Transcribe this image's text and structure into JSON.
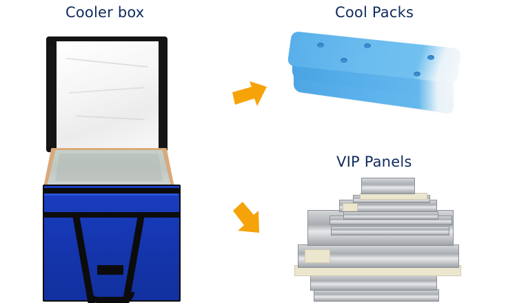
{
  "labels": {
    "cooler_box": "Cooler box",
    "cool_packs": "Cool Packs",
    "vip_panels": "VIP Panels"
  },
  "colors": {
    "title_text": "#0f2a5c",
    "arrow": "#f5a308",
    "bag_blue": "#1437b4",
    "strap_black": "#0c0c0c",
    "cool_pack_blue": "#5db3ec"
  },
  "images": [
    {
      "name": "cooler-box",
      "description": "Blue insulated cooler bag with open lid, black straps and handles"
    },
    {
      "name": "cool-packs",
      "description": "Stack of three blue ice/cool packs"
    },
    {
      "name": "vip-panels",
      "description": "Stack of silver foil vacuum insulated panels"
    }
  ],
  "arrows": [
    {
      "name": "arrow-to-cool-packs",
      "direction": "up-right"
    },
    {
      "name": "arrow-to-vip-panels",
      "direction": "down-right"
    }
  ]
}
